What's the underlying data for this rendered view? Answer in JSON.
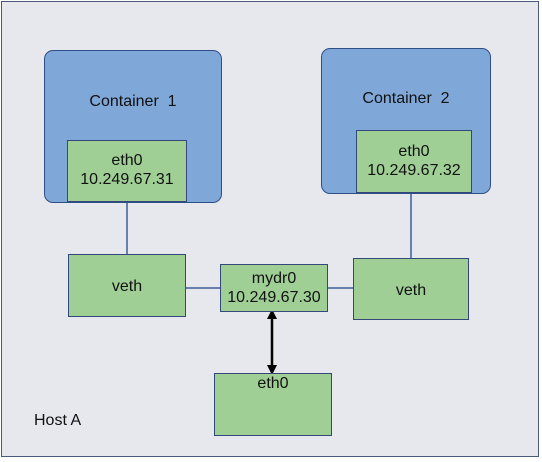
{
  "host": {
    "label": "Host A"
  },
  "containers": [
    {
      "title": "Container  1",
      "iface": "eth0",
      "ip": "10.249.67.31"
    },
    {
      "title": "Container  2",
      "iface": "eth0",
      "ip": "10.249.67.32"
    }
  ],
  "veths": [
    {
      "label": "veth"
    },
    {
      "label": "veth"
    }
  ],
  "bridge": {
    "name": "mydr0",
    "ip": "10.249.67.30"
  },
  "host_eth": {
    "label": "eth0"
  },
  "colors": {
    "container_fill": "#7fa7d8",
    "interface_fill": "#9fcf95",
    "host_fill": "#e6e8ed",
    "border": "#2e4f86"
  }
}
